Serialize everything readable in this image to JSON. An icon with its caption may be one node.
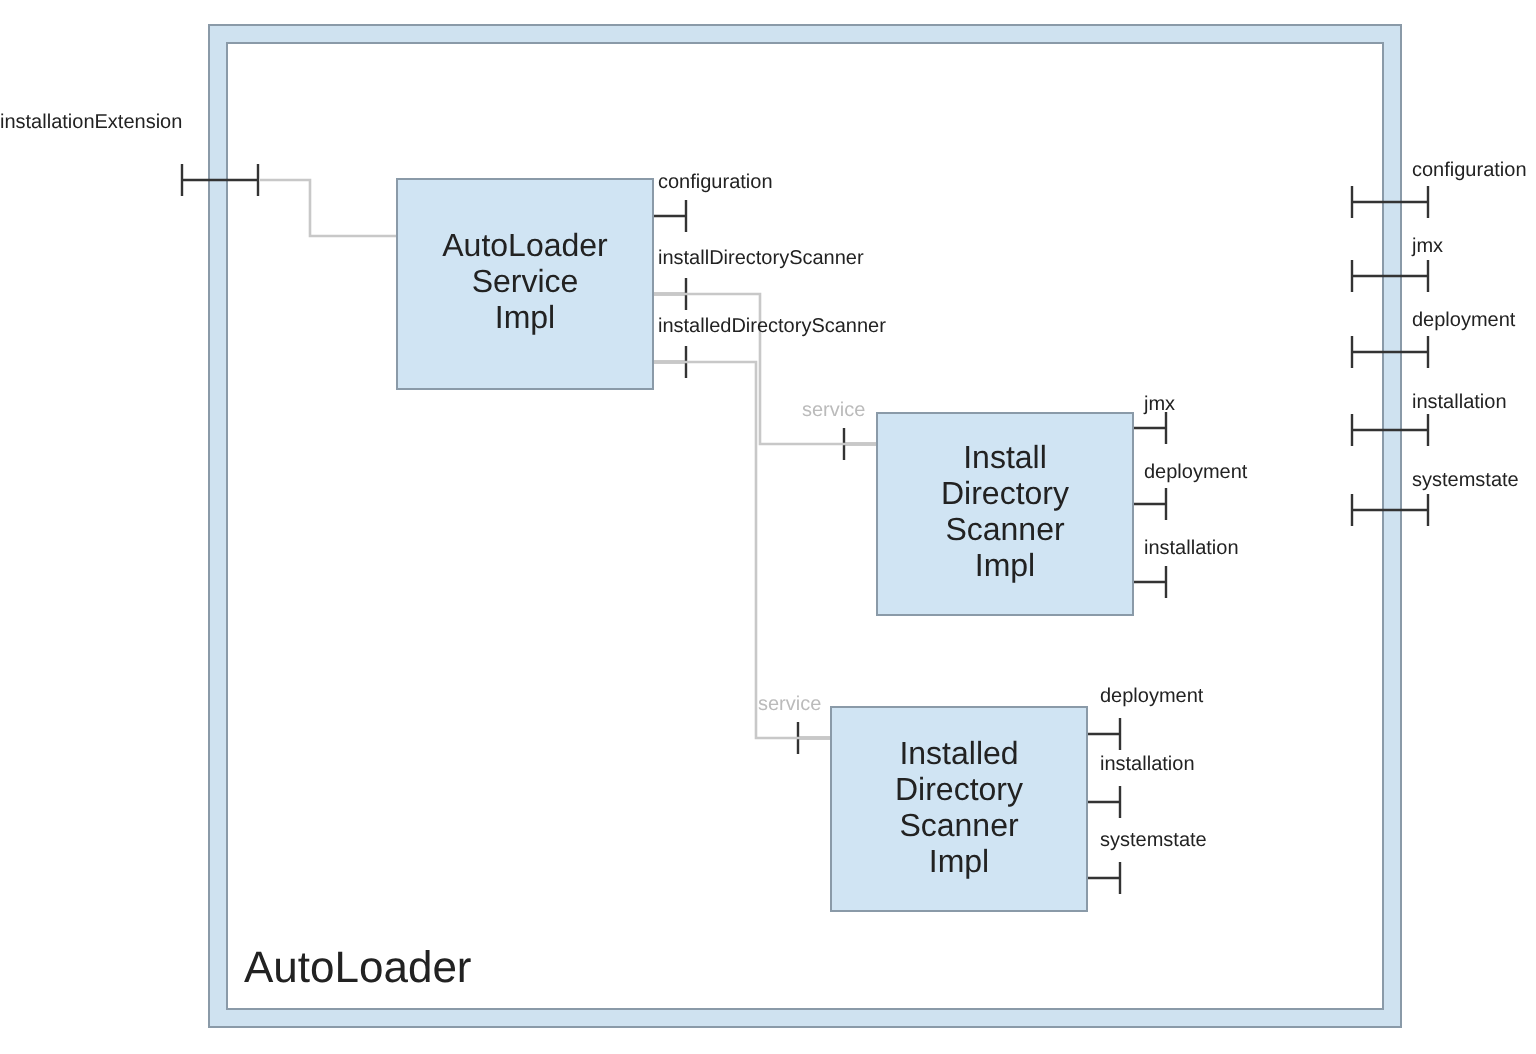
{
  "diagram": {
    "nodes": [
      {
        "text": [
          "AutoLoader"
        ]
      },
      {
        "text": [
          "installationExtension"
        ]
      },
      {
        "text": [
          "AutoLoader Service Impl"
        ],
        "in": 0,
        "beside": [
          "configuration",
          "installDirectoryScanner",
          "installedDirectoryScanner"
        ]
      },
      {
        "text": [
          "Install Directory Scanner Impl"
        ],
        "in": 0,
        "beside": [
          "service",
          "jmx",
          "deployment",
          "installation"
        ]
      },
      {
        "text": [
          "Installed Directory Scanner Impl"
        ],
        "in": 0,
        "beside": [
          "service",
          "deployment",
          "installation",
          "systemstate"
        ]
      }
    ],
    "edges": [
      {
        "from": 1,
        "to": 2,
        "arrow": "none"
      },
      {
        "from": 2,
        "to": 3,
        "arrow": "none"
      },
      {
        "from": 2,
        "to": 4,
        "arrow": "none"
      }
    ],
    "labels": [
      "configuration",
      "jmx",
      "deployment",
      "installation",
      "systemstate"
    ]
  }
}
